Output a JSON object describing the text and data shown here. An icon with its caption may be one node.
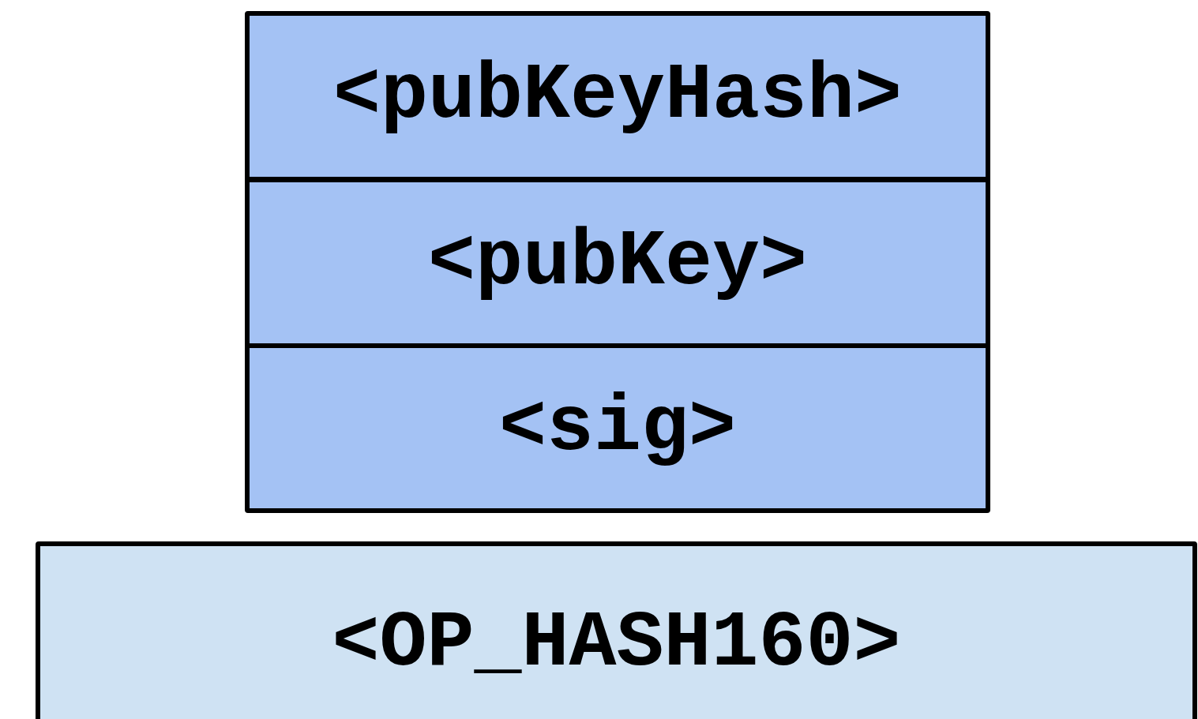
{
  "diagram": {
    "nodes": [
      {
        "text": [
          "<pubKeyHash>"
        ]
      },
      {
        "text": [
          "<pubKey>"
        ]
      },
      {
        "text": [
          "<sig>"
        ]
      },
      {
        "text": [
          "<OP_HASH160>"
        ]
      }
    ]
  }
}
